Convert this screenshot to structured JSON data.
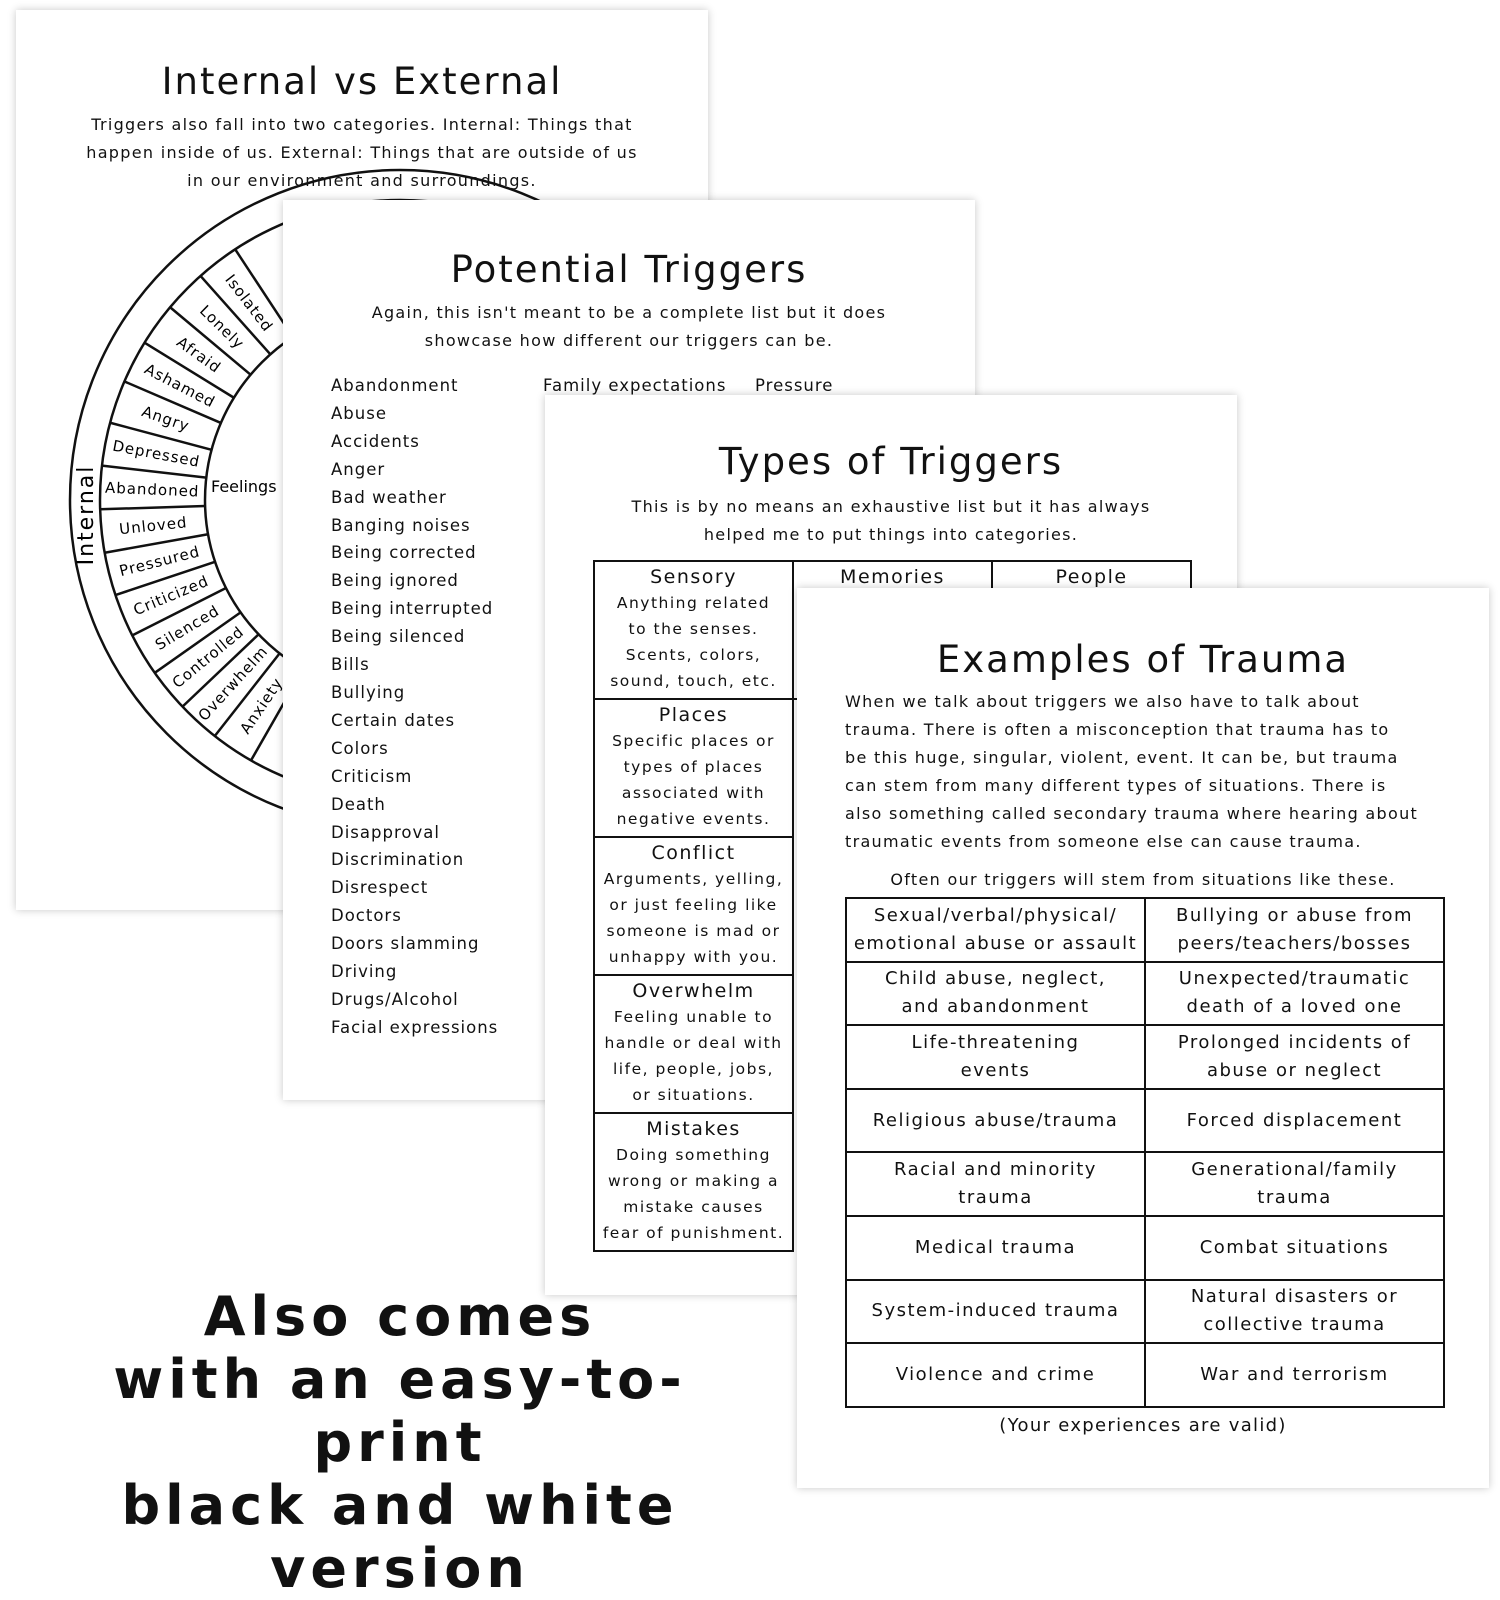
{
  "internal_external": {
    "title": "Internal vs External",
    "description": "Triggers also fall into two categories. Internal: Things that\nhappen inside of us. External: Things that are outside of us\nin our environment and surroundings.",
    "ring_label": "Internal",
    "center_label": "Feelings",
    "feelings": [
      "Isolated",
      "Lonely",
      "Afraid",
      "Ashamed",
      "Angry",
      "Depressed",
      "Abandoned",
      "Unloved",
      "Pressured",
      "Criticized",
      "Silenced",
      "Controlled",
      "Overwhelm",
      "Anxiety"
    ]
  },
  "potential_triggers": {
    "title": "Potential Triggers",
    "description": "Again, this isn't meant to be a complete list but it does\nshowcase how different our triggers can be.",
    "column1": [
      "Abandonment",
      "Abuse",
      "Accidents",
      "Anger",
      "Bad weather",
      "Banging noises",
      "Being corrected",
      "Being ignored",
      "Being interrupted",
      "Being silenced",
      "Bills",
      "Bullying",
      "Certain dates",
      "Colors",
      "Criticism",
      "Death",
      "Disapproval",
      "Discrimination",
      "Disrespect",
      "Doctors",
      "Doors slamming",
      "Driving",
      "Drugs/Alcohol",
      "Facial expressions"
    ],
    "column2": [
      "Family expectations"
    ],
    "column3": [
      "Pressure"
    ]
  },
  "types_of_triggers": {
    "title": "Types of Triggers",
    "description": "This is by no means an exhaustive list but it has always\nhelped me to put things into categories.",
    "header_row": [
      "Sensory",
      "Memories",
      "People"
    ],
    "categories": [
      {
        "name": "Sensory",
        "text": "Anything related\nto the senses.\nScents, colors,\nsound, touch, etc."
      },
      {
        "name": "Places",
        "text": "Specific places or\ntypes of places\nassociated with\nnegative events."
      },
      {
        "name": "Conflict",
        "text": "Arguments, yelling,\nor just feeling like\nsomeone is mad or\nunhappy with you."
      },
      {
        "name": "Overwhelm",
        "text": "Feeling unable to\nhandle or deal with\nlife, people, jobs,\nor situations."
      },
      {
        "name": "Mistakes",
        "text": "Doing something\nwrong or making a\nmistake causes\nfear of punishment."
      }
    ]
  },
  "examples_of_trauma": {
    "title": "Examples of Trauma",
    "description": "When we talk about triggers we also have to talk about\ntrauma. There is often a misconception that trauma has to\nbe this huge, singular, violent, event. It can be, but trauma\ncan stem from many different types of situations. There is\nalso something called secondary trauma where hearing about\ntraumatic events from someone else can cause trauma.",
    "intro": "Often our triggers will stem from situations like these.",
    "rows": [
      [
        "Sexual/verbal/physical/\nemotional abuse or assault",
        "Bullying or abuse from\npeers/teachers/bosses"
      ],
      [
        "Child abuse, neglect,\nand abandonment",
        "Unexpected/traumatic\ndeath of a loved one"
      ],
      [
        "Life-threatening\nevents",
        "Prolonged incidents of\nabuse or neglect"
      ],
      [
        "Religious abuse/trauma",
        "Forced displacement"
      ],
      [
        "Racial and minority\ntrauma",
        "Generational/family\ntrauma"
      ],
      [
        "Medical trauma",
        "Combat situations"
      ],
      [
        "System-induced trauma",
        "Natural disasters or\ncollective trauma"
      ],
      [
        "Violence and crime",
        "War and terrorism"
      ]
    ],
    "caption": "(Your experiences are valid)"
  },
  "promo": "Also comes\nwith an easy-to-print\nblack and white version"
}
